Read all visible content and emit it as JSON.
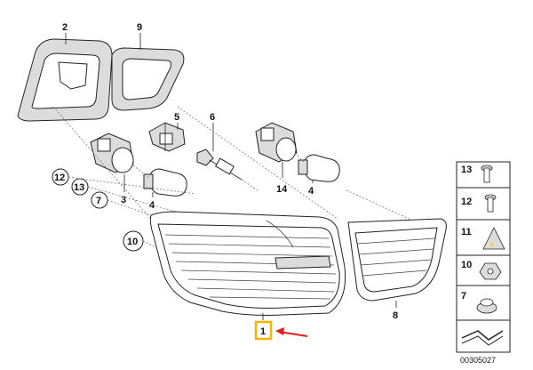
{
  "labels": {
    "p2": "2",
    "p9": "9",
    "p5": "5",
    "p6": "6",
    "p3": "3",
    "p4a": "4",
    "p14": "14",
    "p4b": "4",
    "p12": "12",
    "p13": "13",
    "p7": "7",
    "p10": "10",
    "p8": "8",
    "p1": "1"
  },
  "side_panel": {
    "items": [
      "13",
      "12",
      "11",
      "10",
      "7"
    ]
  },
  "reference_number": "00305027",
  "colors": {
    "highlight_box": "#f4b400",
    "arrow": "#e02020"
  }
}
